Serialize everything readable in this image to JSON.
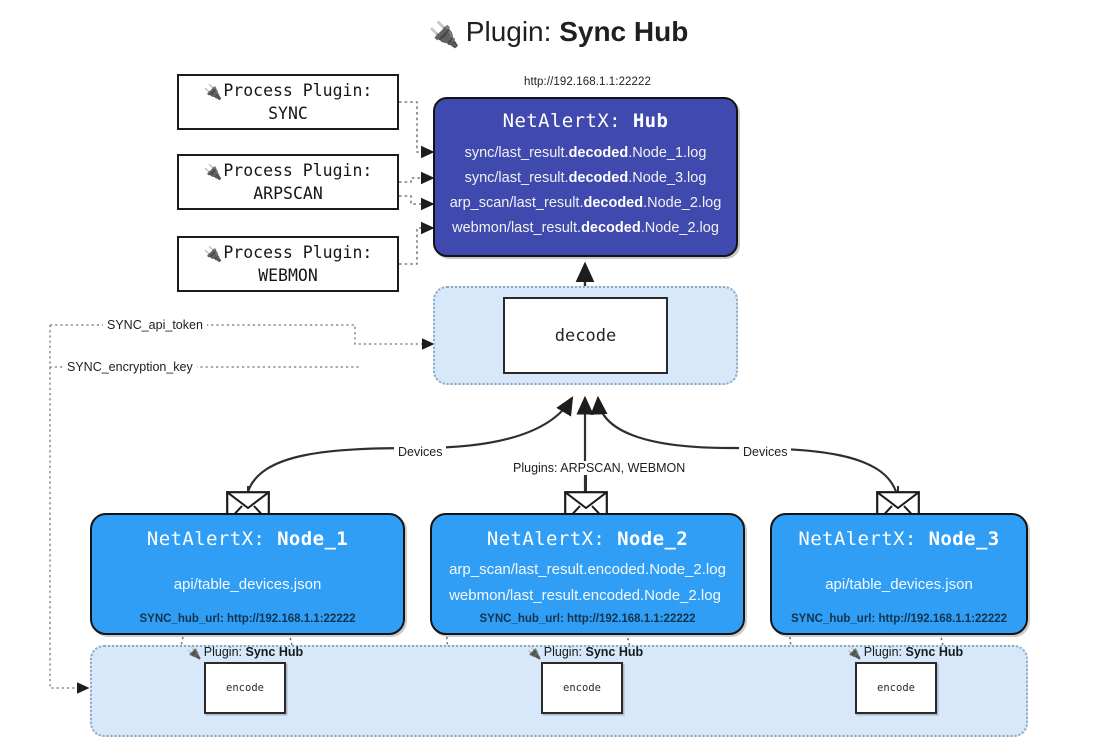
{
  "title": {
    "icon": "plug-icon",
    "prefix": "Plugin:",
    "name": "Sync Hub"
  },
  "hub": {
    "url": "http://192.168.1.1:22222",
    "label_prefix": "NetAlertX:",
    "label_name": "Hub",
    "loglines": [
      {
        "pre": "sync/last_result.",
        "mid": "decoded",
        "post": ".Node_1.log"
      },
      {
        "pre": "sync/last_result.",
        "mid": "decoded",
        "post": ".Node_3.log"
      },
      {
        "pre": "arp_scan/last_result.",
        "mid": "decoded",
        "post": ".Node_2.log"
      },
      {
        "pre": "webmon/last_result.",
        "mid": "decoded",
        "post": ".Node_2.log"
      }
    ]
  },
  "process_plugins": [
    {
      "icon": "plug-icon",
      "line1": "Process Plugin:",
      "line2": "SYNC"
    },
    {
      "icon": "plug-icon",
      "line1": "Process Plugin:",
      "line2": "ARPSCAN"
    },
    {
      "icon": "plug-icon",
      "line1": "Process Plugin:",
      "line2": "WEBMON"
    }
  ],
  "decode": {
    "label": "decode"
  },
  "secrets": {
    "api_token": "SYNC_api_token",
    "encryption_key": "SYNC_encryption_key"
  },
  "edge_labels": {
    "devices_left": "Devices",
    "devices_right": "Devices",
    "plugins_center": "Plugins: ARPSCAN, WEBMON"
  },
  "nodes": [
    {
      "icon": "envelope-icon",
      "label_prefix": "NetAlertX:",
      "label_name": "Node_1",
      "lines": [
        "api/table_devices.json"
      ],
      "footer": "SYNC_hub_url: http://192.168.1.1:22222"
    },
    {
      "icon": "envelope-icon",
      "label_prefix": "NetAlertX:",
      "label_name": "Node_2",
      "lines": [
        "arp_scan/last_result.encoded.Node_2.log",
        "webmon/last_result.encoded.Node_2.log"
      ],
      "footer": "SYNC_hub_url: http://192.168.1.1:22222"
    },
    {
      "icon": "envelope-icon",
      "label_prefix": "NetAlertX:",
      "label_name": "Node_3",
      "lines": [
        "api/table_devices.json"
      ],
      "footer": "SYNC_hub_url: http://192.168.1.1:22222"
    }
  ],
  "encoders": [
    {
      "icon": "plug-icon",
      "prefix": "Plugin:",
      "name": "Sync Hub",
      "box_label": "encode"
    },
    {
      "icon": "plug-icon",
      "prefix": "Plugin:",
      "name": "Sync Hub",
      "box_label": "encode"
    },
    {
      "icon": "plug-icon",
      "prefix": "Plugin:",
      "name": "Sync Hub",
      "box_label": "encode"
    }
  ],
  "colors": {
    "hub_fill": "#4049ad",
    "node_fill": "#2f9ef4",
    "container_fill": "#d6e8fa",
    "container_border": "#8fa8bd",
    "stroke": "#131313",
    "page_bg": "#ffffff"
  }
}
